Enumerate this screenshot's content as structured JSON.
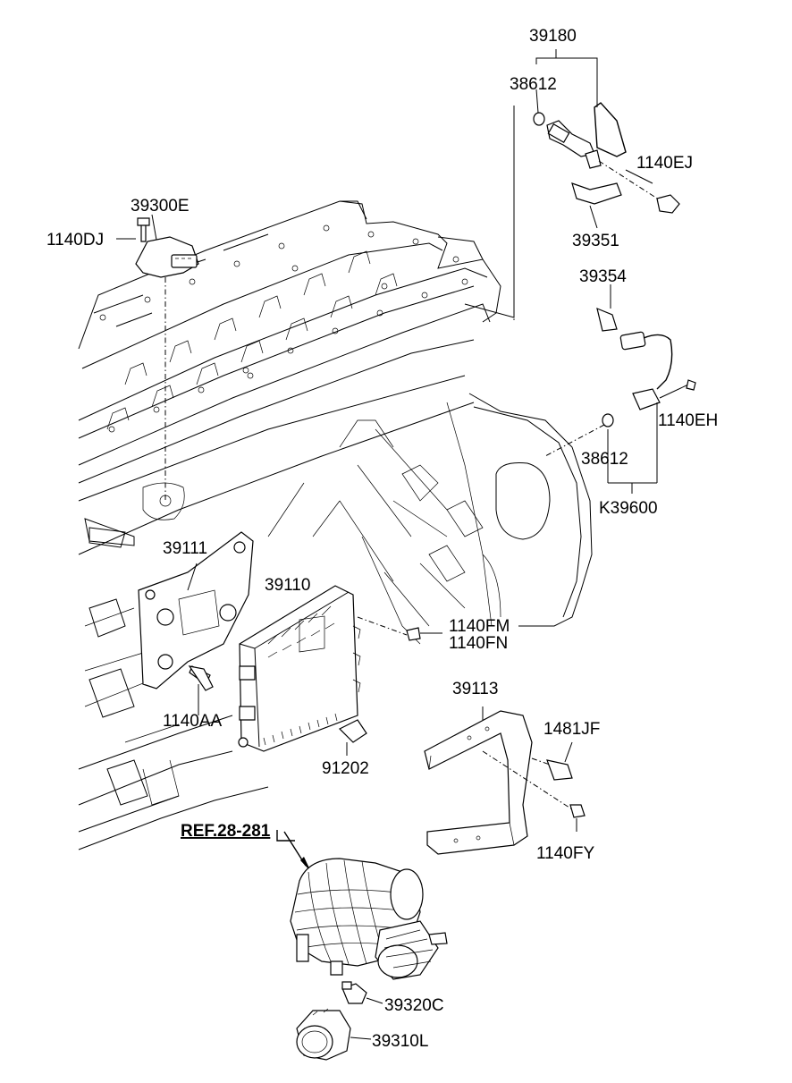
{
  "diagram": {
    "labels": {
      "p39180": "39180",
      "p38612a": "38612",
      "p1140EJ": "1140EJ",
      "p39351": "39351",
      "p39300E": "39300E",
      "p1140DJ": "1140DJ",
      "p39354": "39354",
      "p1140EH": "1140EH",
      "p38612b": "38612",
      "pK39600": "K39600",
      "p39111": "39111",
      "p39110": "39110",
      "p1140FM": "1140FM",
      "p1140FN": "1140FN",
      "p1140AA": "1140AA",
      "p39113": "39113",
      "p1481JF": "1481JF",
      "p91202": "91202",
      "p1140FY": "1140FY",
      "ref": "REF.28-281",
      "p39320C": "39320C",
      "p39310L": "39310L"
    }
  }
}
